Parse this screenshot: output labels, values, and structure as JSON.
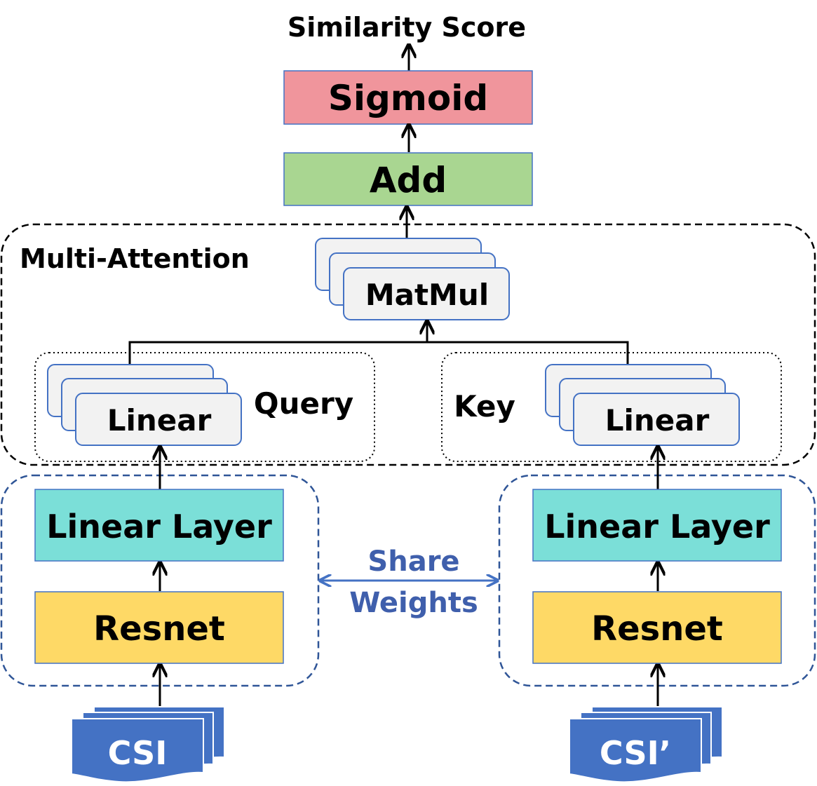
{
  "output_label": "Similarity Score",
  "sigmoid_label": "Sigmoid",
  "add_label": "Add",
  "attention_group_label": "Multi-Attention",
  "matmul_label": "MatMul",
  "query_label": "Query",
  "key_label": "Key",
  "linear_label": "Linear",
  "linear_layer_label": "Linear Layer",
  "resnet_label": "Resnet",
  "share_weights_line1": "Share",
  "share_weights_line2": "Weights",
  "input_left_label": "CSI",
  "input_right_label": "CSI’",
  "colors": {
    "sigmoid": "#f0959c",
    "add": "#a9d691",
    "linear_layer": "#7bdfd8",
    "resnet": "#fed966",
    "stack_card": "#f2f2f2",
    "stack_border": "#4472c4",
    "csi_doc": "#4472c4",
    "share_text": "#3f5fac",
    "dashed_blue": "#2f5597"
  }
}
